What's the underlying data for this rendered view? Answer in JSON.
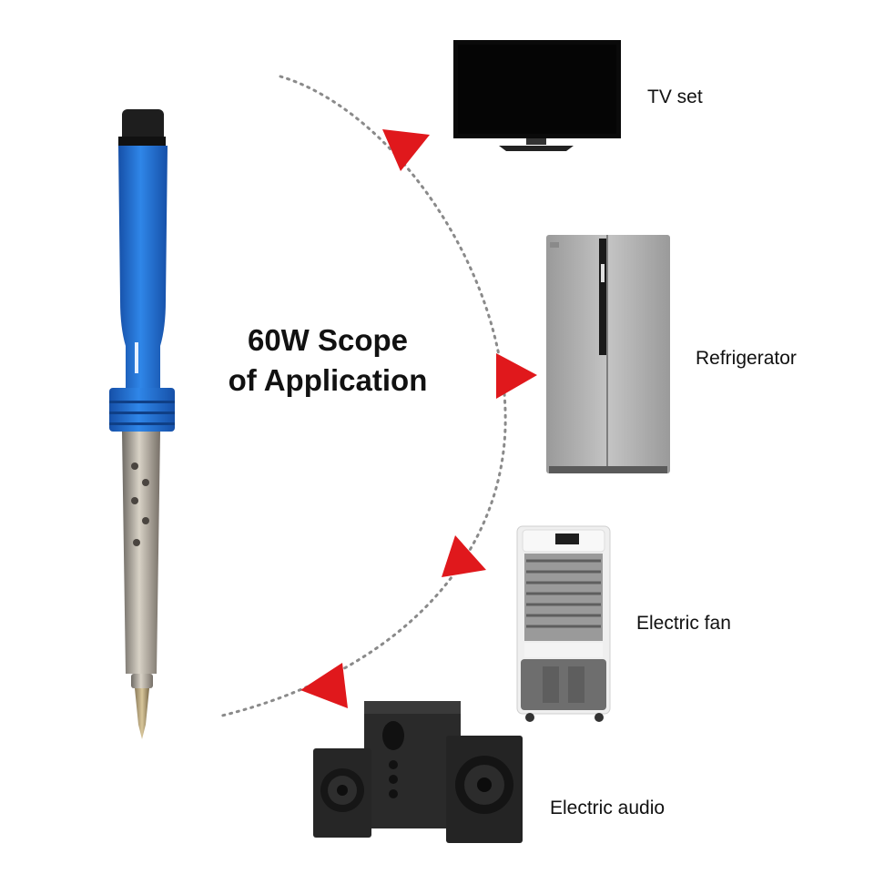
{
  "heading": {
    "line1": "60W Scope",
    "line2": "of Application"
  },
  "appliances": [
    {
      "label": "TV set",
      "icon": "tv-icon"
    },
    {
      "label": "Refrigerator",
      "icon": "refrigerator-icon"
    },
    {
      "label": "Electric fan",
      "icon": "air-cooler-fan-icon"
    },
    {
      "label": "Electric audio",
      "icon": "speaker-system-icon"
    }
  ],
  "colors": {
    "arrow": "#e0181c",
    "iron_handle": "#1f6fd0",
    "dotted_path": "#8a8a8a",
    "fridge": "#a8a8a8",
    "speaker": "#2a2a2a"
  }
}
